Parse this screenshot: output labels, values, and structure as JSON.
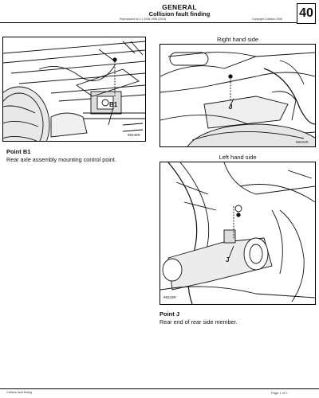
{
  "header": {
    "section_title": "GENERAL",
    "subtitle": "Collision fault finding",
    "reference_left": "Reproduced by 1 1 2006 1998 (2003)",
    "reference_right": "Copyright Collision 2006",
    "section_number": "40"
  },
  "figures": {
    "fig_b1": {
      "ref": "99246R",
      "callout": "B1"
    },
    "fig_right": {
      "caption": "Right hand side",
      "ref": "99242R",
      "callout": "J"
    },
    "fig_left": {
      "caption": "Left hand side",
      "ref": "99243R",
      "callout": "J"
    }
  },
  "points": {
    "b1": {
      "title": "Point B1",
      "description": "Rear axle assembly mounting control point."
    },
    "j": {
      "title": "Point J",
      "description": "Rear end of rear side member."
    }
  },
  "footer": {
    "left": "Collision fault finding",
    "right": "Page 1 of 2"
  }
}
